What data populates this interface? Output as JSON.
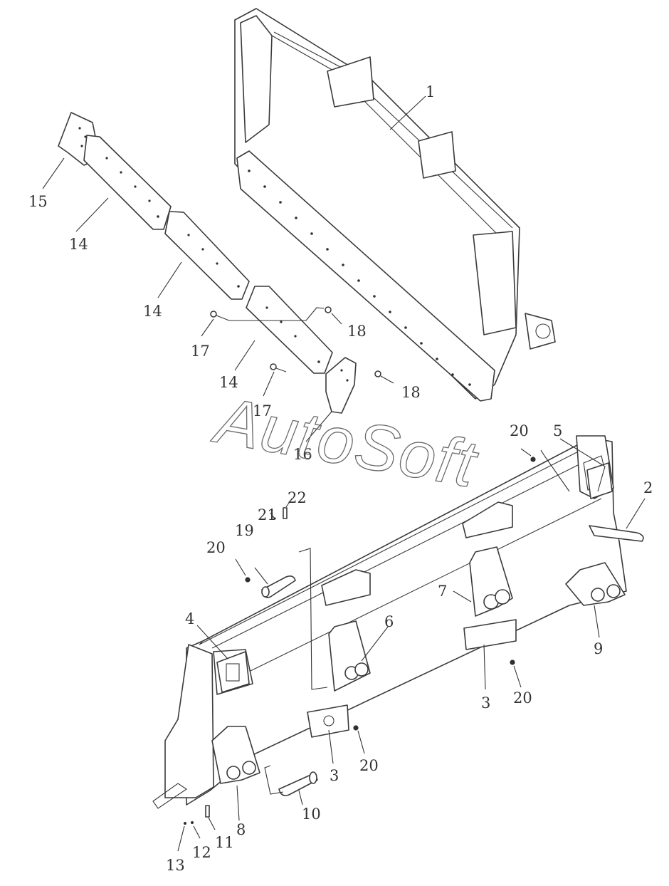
{
  "watermark": "AutoSoft",
  "callouts": {
    "c1": "1",
    "c2": "2",
    "c3a": "3",
    "c3b": "3",
    "c4": "4",
    "c5": "5",
    "c6": "6",
    "c7": "7",
    "c8": "8",
    "c9": "9",
    "c10": "10",
    "c11": "11",
    "c12": "12",
    "c13": "13",
    "c14a": "14",
    "c14b": "14",
    "c14c": "14",
    "c15": "15",
    "c16": "16",
    "c17a": "17",
    "c17b": "17",
    "c18a": "18",
    "c18b": "18",
    "c19": "19",
    "c20a": "20",
    "c20b": "20",
    "c20c": "20",
    "c20d": "20",
    "c21": "21",
    "c22": "22"
  }
}
